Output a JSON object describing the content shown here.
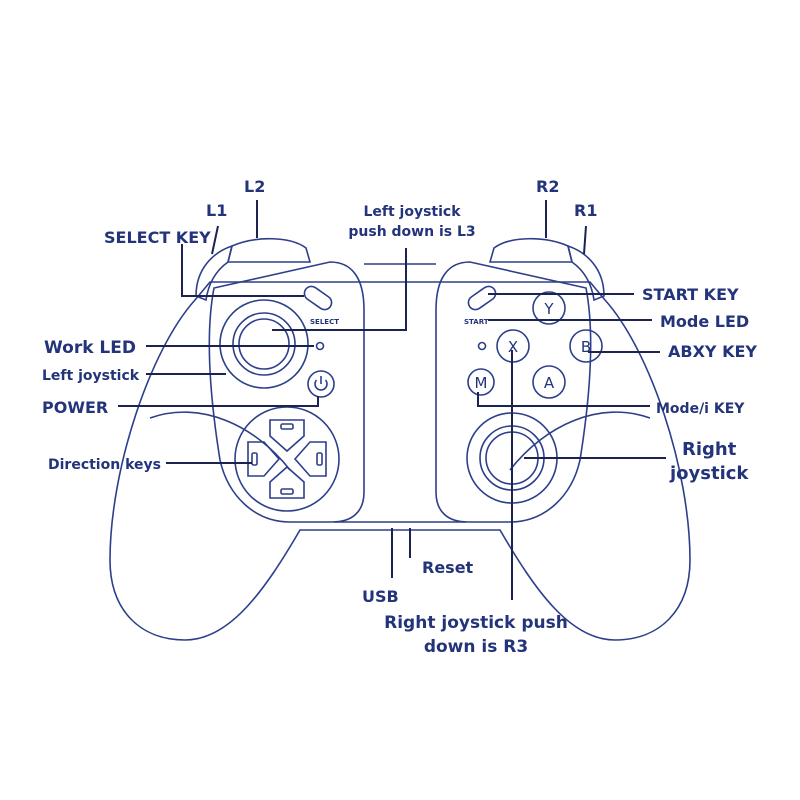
{
  "colors": {
    "outline": "#2d3f8a",
    "text": "#23347a",
    "leader": "#1b2450"
  },
  "labels": {
    "l2": "L2",
    "l1": "L1",
    "select_key": "SELECT KEY",
    "left_joystick_push_line1": "Left joystick",
    "left_joystick_push_line2": "push down is L3",
    "r2": "R2",
    "r1": "R1",
    "start_key": "START KEY",
    "mode_led": "Mode LED",
    "abxy_key": "ABXY KEY",
    "mode_i_key": "Mode/i KEY",
    "right_joystick_line1": "Right",
    "right_joystick_line2": "joystick",
    "work_led": "Work LED",
    "left_joystick": "Left joystick",
    "power": "POWER",
    "direction_keys": "Direction keys",
    "reset": "Reset",
    "usb": "USB",
    "right_joystick_push_line1": "Right joystick push",
    "right_joystick_push_line2": "down is R3"
  },
  "buttons": {
    "y": "Y",
    "x": "X",
    "b": "B",
    "a": "A",
    "m": "M"
  },
  "printed": {
    "select": "SELECT",
    "start": "START"
  },
  "icons": {
    "power": "power-icon"
  }
}
